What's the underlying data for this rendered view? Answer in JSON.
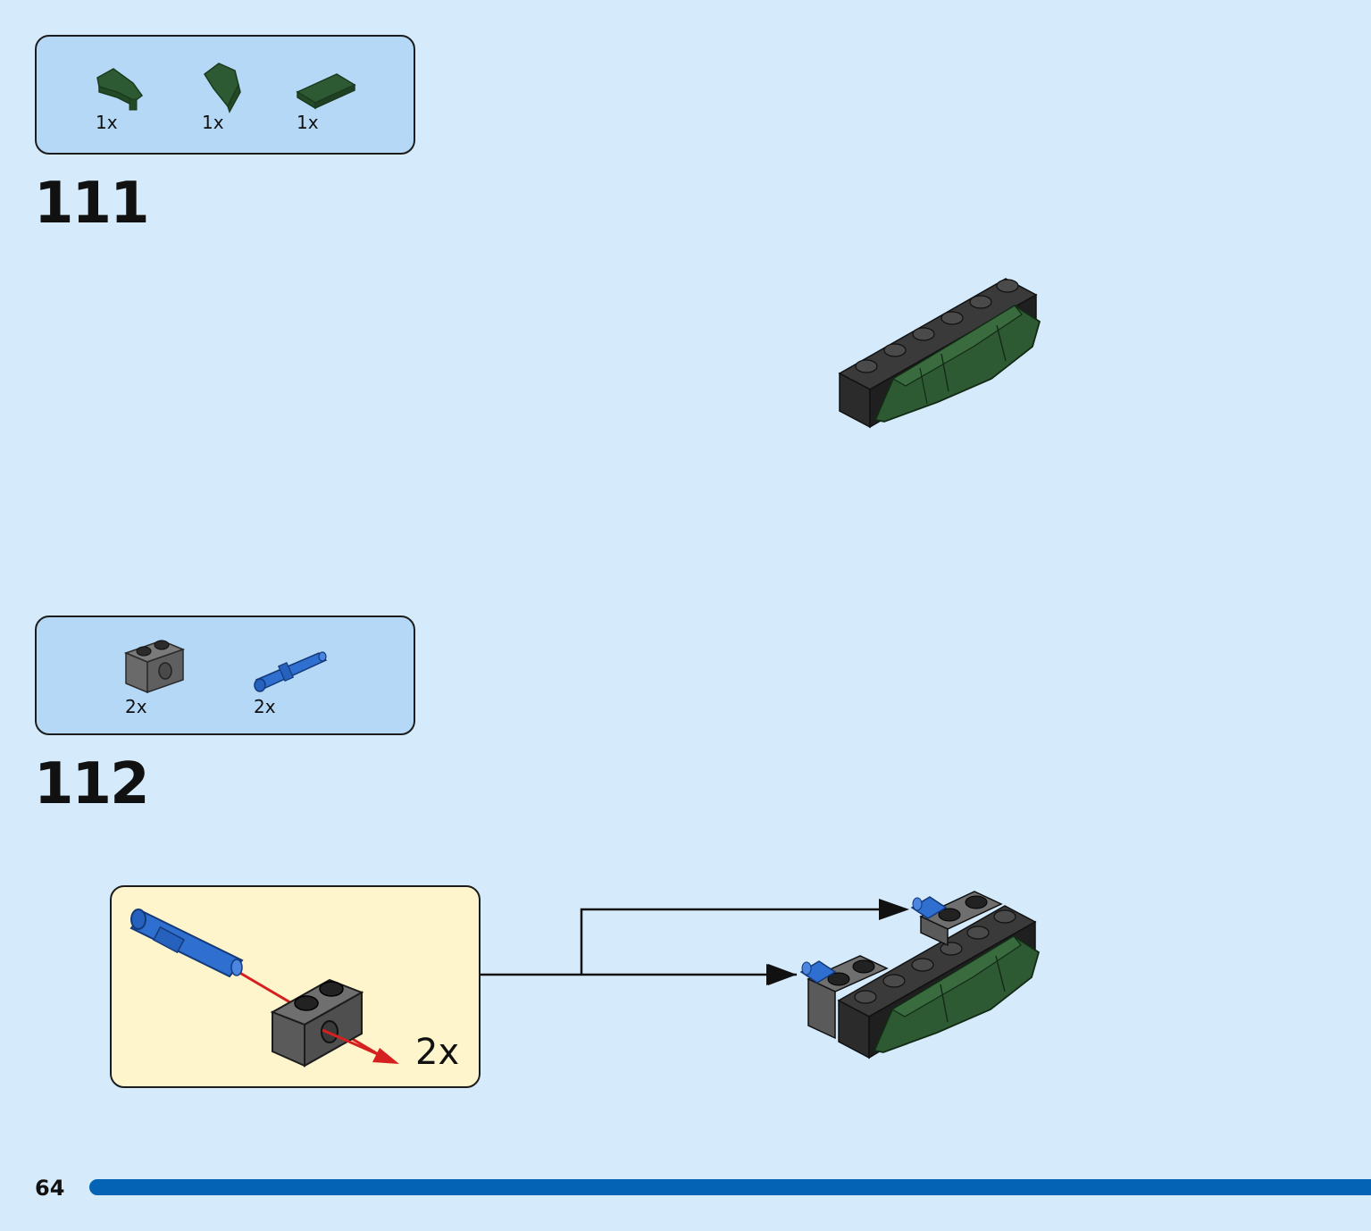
{
  "steps": [
    {
      "number": "111",
      "parts": [
        {
          "icon": "dark-green-wedge-plate-left-icon",
          "qty": "1x"
        },
        {
          "icon": "dark-green-wedge-plate-right-icon",
          "qty": "1x"
        },
        {
          "icon": "dark-green-tile-1x4-icon",
          "qty": "1x"
        }
      ]
    },
    {
      "number": "112",
      "parts": [
        {
          "icon": "dark-gray-technic-brick-1x2-icon",
          "qty": "2x"
        },
        {
          "icon": "blue-technic-pin-long-icon",
          "qty": "2x"
        }
      ],
      "callout_qty": "2x"
    }
  ],
  "page_number": "64",
  "colors": {
    "background": "#d5ebfb",
    "parts_box": "#b4d8f6",
    "callout": "#fff5cc",
    "progress": "#0563b5",
    "dark_green": "#2d5a32",
    "black_brick": "#2b2b2b",
    "gray_brick": "#5f5f5f",
    "blue_pin": "#2f6fd0",
    "arrow_red": "#d62020"
  }
}
